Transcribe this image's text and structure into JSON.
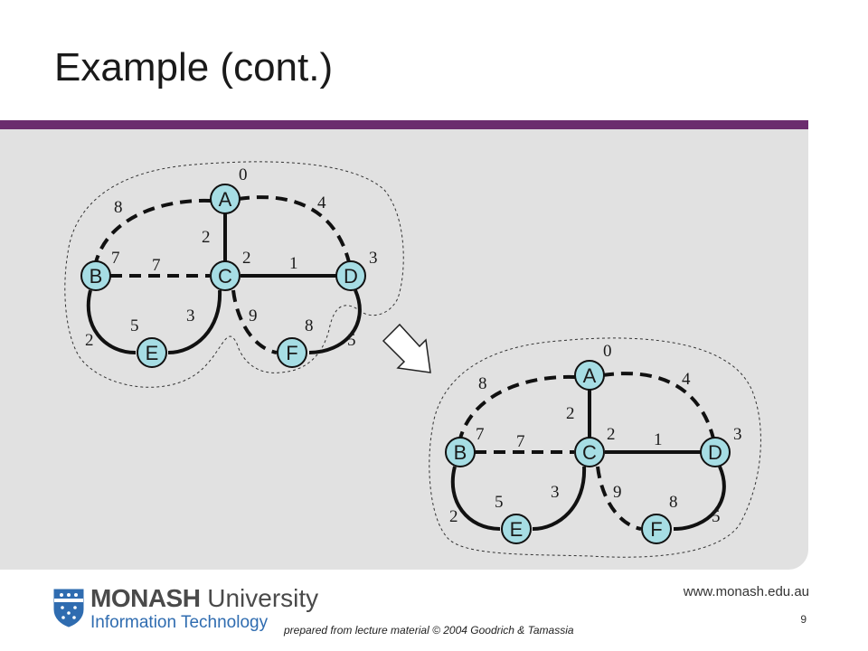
{
  "slide": {
    "title": "Example (cont.)",
    "url": "www.monash.edu.au",
    "page_number": "9",
    "credit": "prepared  from lecture material © 2004 Goodrich & Tamassia"
  },
  "logo": {
    "name_bold": "MONASH",
    "name_rest": " University",
    "subtitle": "Information Technology"
  },
  "colors": {
    "title_bar": "#6b2c6e",
    "panel": "#e1e1e1",
    "node_fill": "#a6dde4",
    "logo_blue": "#2f6cb0"
  },
  "graph_left": {
    "nodes": [
      {
        "id": "A",
        "label": "A"
      },
      {
        "id": "B",
        "label": "B"
      },
      {
        "id": "C",
        "label": "C"
      },
      {
        "id": "D",
        "label": "D"
      },
      {
        "id": "E",
        "label": "E"
      },
      {
        "id": "F",
        "label": "F"
      }
    ],
    "node_distances": {
      "A": "0",
      "B": "7",
      "C": "2",
      "D": "3",
      "E": "5",
      "F": "8"
    },
    "edge_weights": {
      "AB": "8",
      "AD": "4",
      "AC": "2",
      "BC": "7",
      "CD": "1",
      "BE": "2",
      "CE": "3",
      "CF": "9",
      "DF": "5"
    }
  },
  "graph_right": {
    "nodes": [
      {
        "id": "A",
        "label": "A"
      },
      {
        "id": "B",
        "label": "B"
      },
      {
        "id": "C",
        "label": "C"
      },
      {
        "id": "D",
        "label": "D"
      },
      {
        "id": "E",
        "label": "E"
      },
      {
        "id": "F",
        "label": "F"
      }
    ],
    "node_distances": {
      "A": "0",
      "B": "7",
      "C": "2",
      "D": "3",
      "E": "5",
      "F": "8"
    },
    "edge_weights": {
      "AB": "8",
      "AD": "4",
      "AC": "2",
      "BC": "7",
      "CD": "1",
      "BE": "2",
      "CE": "3",
      "CF": "9",
      "DF": "5"
    }
  }
}
